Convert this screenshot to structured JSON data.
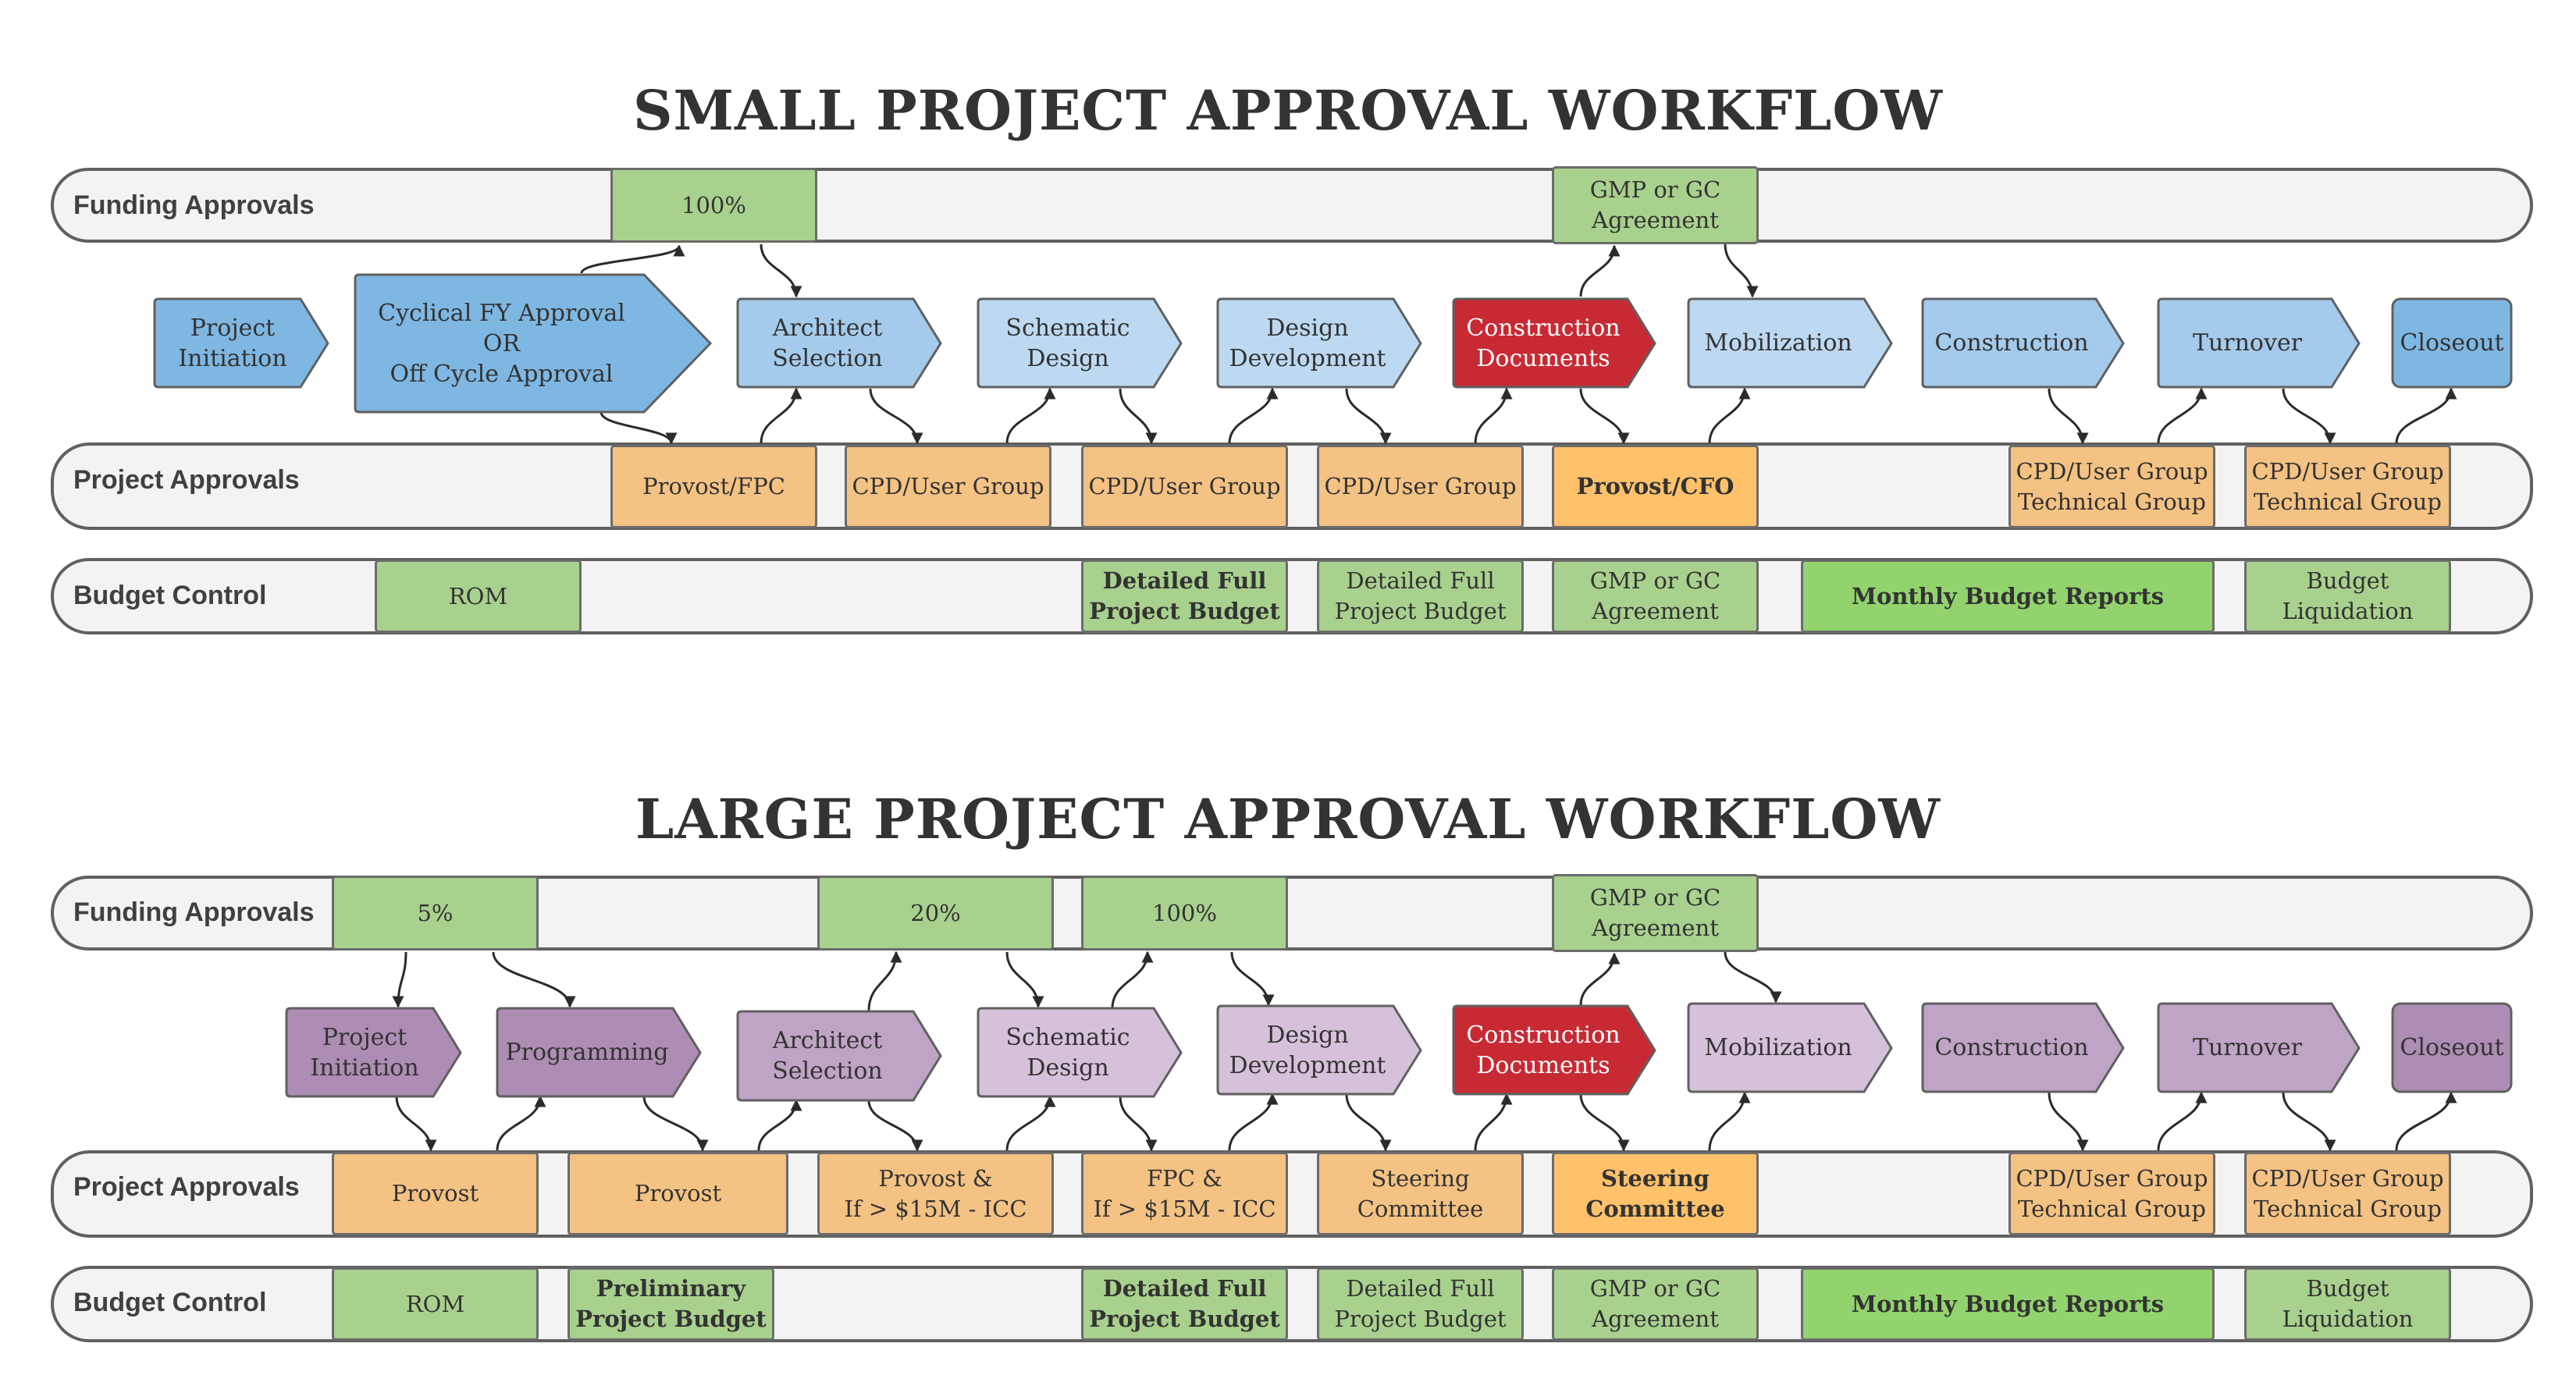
{
  "small": {
    "title": "SMALL PROJECT APPROVAL WORKFLOW",
    "lanes": {
      "funding": "Funding Approvals",
      "project": "Project Approvals",
      "budget": "Budget Control"
    },
    "funding": {
      "f100": "100%",
      "gmp": "GMP or GC\nAgreement"
    },
    "stages": {
      "initiation": "Project\nInitiation",
      "cyclical": "Cyclical FY Approval\nOR\nOff Cycle Approval",
      "architect": "Architect\nSelection",
      "schematic": "Schematic\nDesign",
      "design": "Design\nDevelopment",
      "construction_docs": "Construction\nDocuments",
      "mobilization": "Mobilization",
      "construction": "Construction",
      "turnover": "Turnover",
      "closeout": "Closeout"
    },
    "approvals": {
      "provost_fpc": "Provost/FPC",
      "cpd1": "CPD/User Group",
      "cpd2": "CPD/User Group",
      "cpd3": "CPD/User Group",
      "provost_cfo": "Provost/CFO",
      "tech1": "CPD/User Group\nTechnical Group",
      "tech2": "CPD/User Group\nTechnical Group"
    },
    "budget": {
      "rom": "ROM",
      "detailed1": "Detailed Full\nProject Budget",
      "detailed2": "Detailed Full\nProject Budget",
      "gmp": "GMP or GC\nAgreement",
      "monthly": "Monthly Budget Reports",
      "liquidation": "Budget\nLiquidation"
    }
  },
  "large": {
    "title": "LARGE PROJECT APPROVAL WORKFLOW",
    "lanes": {
      "funding": "Funding Approvals",
      "project": "Project Approvals",
      "budget": "Budget Control"
    },
    "funding": {
      "f5": "5%",
      "f20": "20%",
      "f100": "100%",
      "gmp": "GMP or GC\nAgreement"
    },
    "stages": {
      "initiation": "Project\nInitiation",
      "programming": "Programming",
      "architect": "Architect\nSelection",
      "schematic": "Schematic\nDesign",
      "design": "Design\nDevelopment",
      "construction_docs": "Construction\nDocuments",
      "mobilization": "Mobilization",
      "construction": "Construction",
      "turnover": "Turnover",
      "closeout": "Closeout"
    },
    "approvals": {
      "provost1": "Provost",
      "provost2": "Provost",
      "provost_icc": "Provost &\nIf > $15M - ICC",
      "fpc_icc": "FPC &\nIf > $15M - ICC",
      "steering1": "Steering\nCommittee",
      "steering2": "Steering\nCommittee",
      "tech1": "CPD/User Group\nTechnical Group",
      "tech2": "CPD/User Group\nTechnical Group"
    },
    "budget": {
      "rom": "ROM",
      "preliminary": "Preliminary\nProject Budget",
      "detailed1": "Detailed Full\nProject Budget",
      "detailed2": "Detailed Full\nProject Budget",
      "gmp": "GMP or GC\nAgreement",
      "monthly": "Monthly Budget Reports",
      "liquidation": "Budget\nLiquidation"
    }
  },
  "colors": {
    "blue_dark": "#7fb7e3",
    "blue_mid": "#a4cbeb",
    "blue_light": "#bcd9f1",
    "red": "#c82a33",
    "purple_dark": "#ad8db3",
    "purple_mid": "#bfa4c6",
    "purple_light": "#d6c1da",
    "green": "#a9d18e",
    "green_strong": "#92d36e",
    "orange": "#f4c283",
    "orange_strong": "#ffc26b"
  }
}
